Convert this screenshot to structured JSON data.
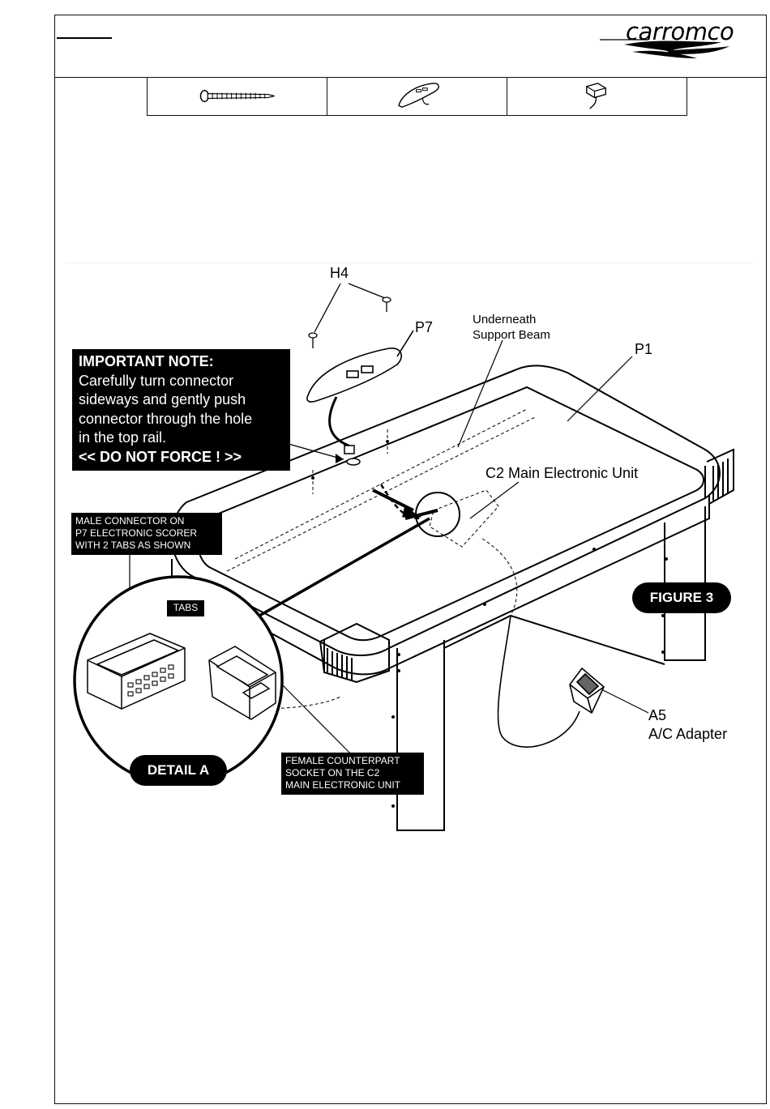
{
  "header": {
    "brand": "carromco"
  },
  "parts_table": {
    "icons": [
      "screw-icon",
      "scorer-icon",
      "adapter-icon"
    ]
  },
  "figure": {
    "labels": {
      "h4": "H4",
      "p7": "P7",
      "beam_line1": "Underneath",
      "beam_line2": "Support Beam",
      "p1": "P1",
      "c2": "C2 Main Electronic Unit",
      "a5_line1": "A5",
      "a5_line2": "A/C Adapter"
    },
    "important_note": {
      "title": "IMPORTANT NOTE:",
      "lines": [
        "Carefully turn connector",
        "sideways and gently push",
        "connector through the hole",
        "in the top rail."
      ],
      "warning": "<< DO NOT FORCE ! >>"
    },
    "male_connector": [
      "MALE CONNECTOR ON",
      "P7 ELECTRONIC SCORER",
      "WITH 2 TABS AS SHOWN"
    ],
    "tabs_label": "TABS",
    "female_socket": [
      "FEMALE COUNTERPART",
      "SOCKET ON THE C2",
      "MAIN ELECTRONIC UNIT"
    ],
    "figure_badge": "FIGURE 3",
    "detail_badge": "DETAIL A"
  }
}
